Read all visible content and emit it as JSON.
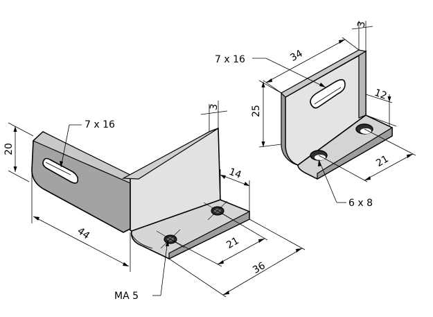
{
  "drawing": {
    "large_bracket": {
      "dims": {
        "height": "20",
        "length": "44",
        "thickness": "3",
        "flange_width": "14",
        "hole_spacing": "21",
        "flange_length": "36"
      },
      "callouts": {
        "slot": "7 x 16",
        "thread": "MA 5"
      }
    },
    "small_bracket": {
      "dims": {
        "width": "34",
        "thickness": "3",
        "height": "25",
        "depth": "12",
        "hole_spacing": "21"
      },
      "callouts": {
        "slot": "7 x 16",
        "holes": "6 x 8"
      }
    }
  },
  "colors": {
    "face_light": "#dcdcdc",
    "face_mid": "#c6c6c6",
    "face_dark": "#a9a9a9",
    "face_darkest": "#8f8f8f",
    "line": "#000000",
    "background": "#ffffff"
  }
}
